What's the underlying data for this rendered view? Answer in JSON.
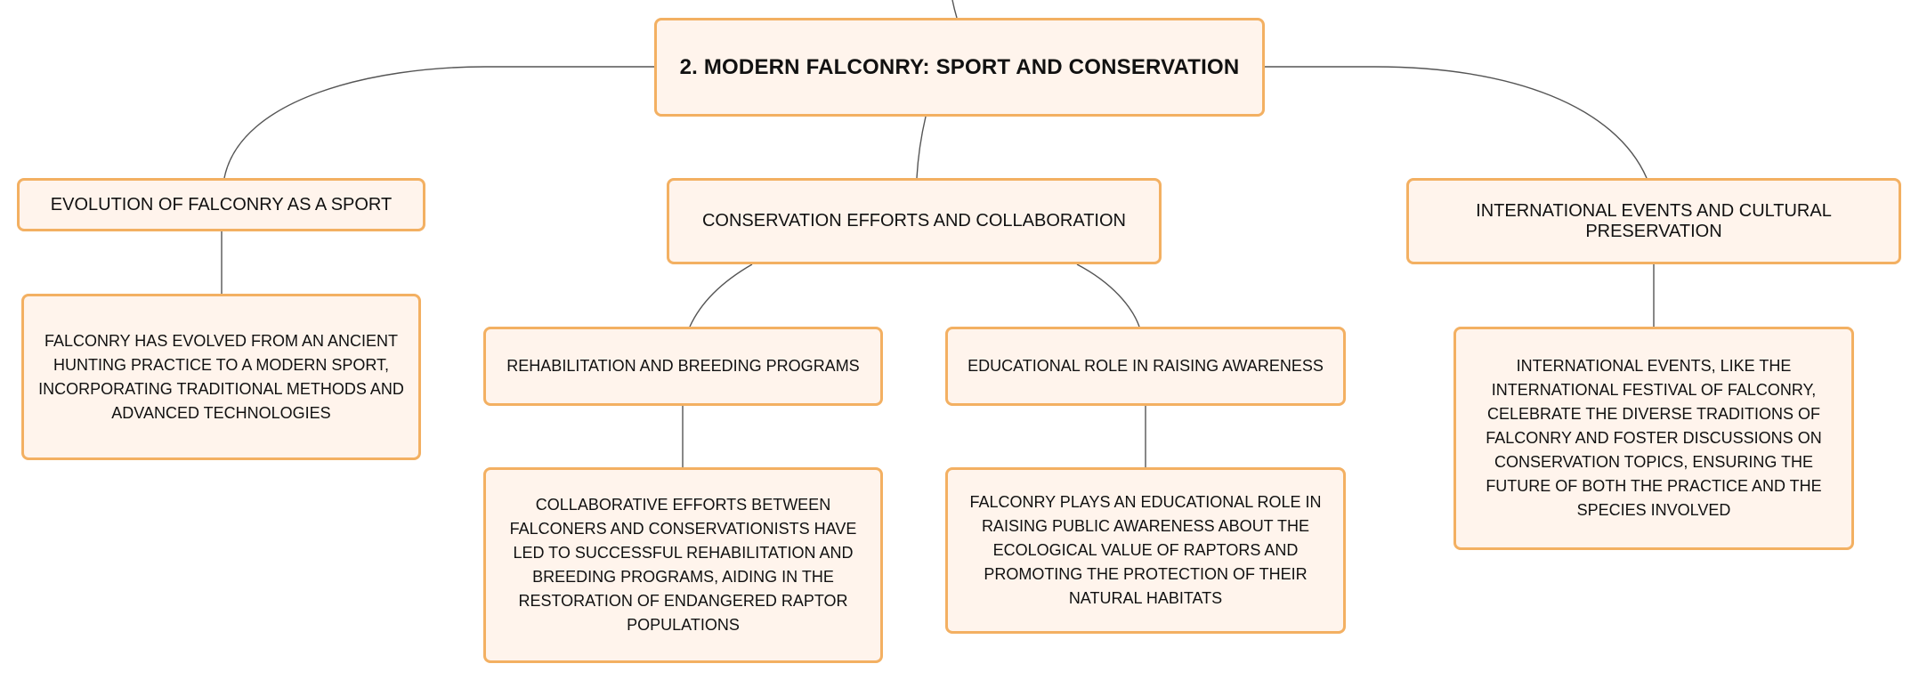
{
  "mindmap": {
    "root": {
      "label": "2. MODERN FALCONRY: SPORT AND CONSERVATION"
    },
    "branches": [
      {
        "label": "EVOLUTION OF FALCONRY AS A SPORT",
        "detail": "FALCONRY HAS EVOLVED FROM AN ANCIENT HUNTING PRACTICE TO A MODERN SPORT, INCORPORATING TRADITIONAL METHODS AND ADVANCED TECHNOLOGIES"
      },
      {
        "label": "CONSERVATION EFFORTS AND COLLABORATION",
        "children": [
          {
            "label": "REHABILITATION AND BREEDING PROGRAMS",
            "detail": "COLLABORATIVE EFFORTS BETWEEN FALCONERS AND CONSERVATIONISTS HAVE LED TO SUCCESSFUL REHABILITATION AND BREEDING PROGRAMS, AIDING IN THE RESTORATION OF ENDANGERED RAPTOR POPULATIONS"
          },
          {
            "label": "EDUCATIONAL ROLE IN RAISING AWARENESS",
            "detail": "FALCONRY PLAYS AN EDUCATIONAL ROLE IN RAISING PUBLIC AWARENESS ABOUT THE ECOLOGICAL VALUE OF RAPTORS AND PROMOTING THE PROTECTION OF THEIR NATURAL HABITATS"
          }
        ]
      },
      {
        "label": "INTERNATIONAL EVENTS AND CULTURAL PRESERVATION",
        "detail": "INTERNATIONAL EVENTS, LIKE THE INTERNATIONAL FESTIVAL OF FALCONRY, CELEBRATE THE DIVERSE TRADITIONS OF FALCONRY AND FOSTER DISCUSSIONS ON CONSERVATION TOPICS, ENSURING THE FUTURE OF BOTH THE PRACTICE AND THE SPECIES INVOLVED"
      }
    ],
    "colors": {
      "node_fill": "#fff4ec",
      "node_border": "#f3b062",
      "connector": "#555555",
      "text": "#111111"
    }
  }
}
